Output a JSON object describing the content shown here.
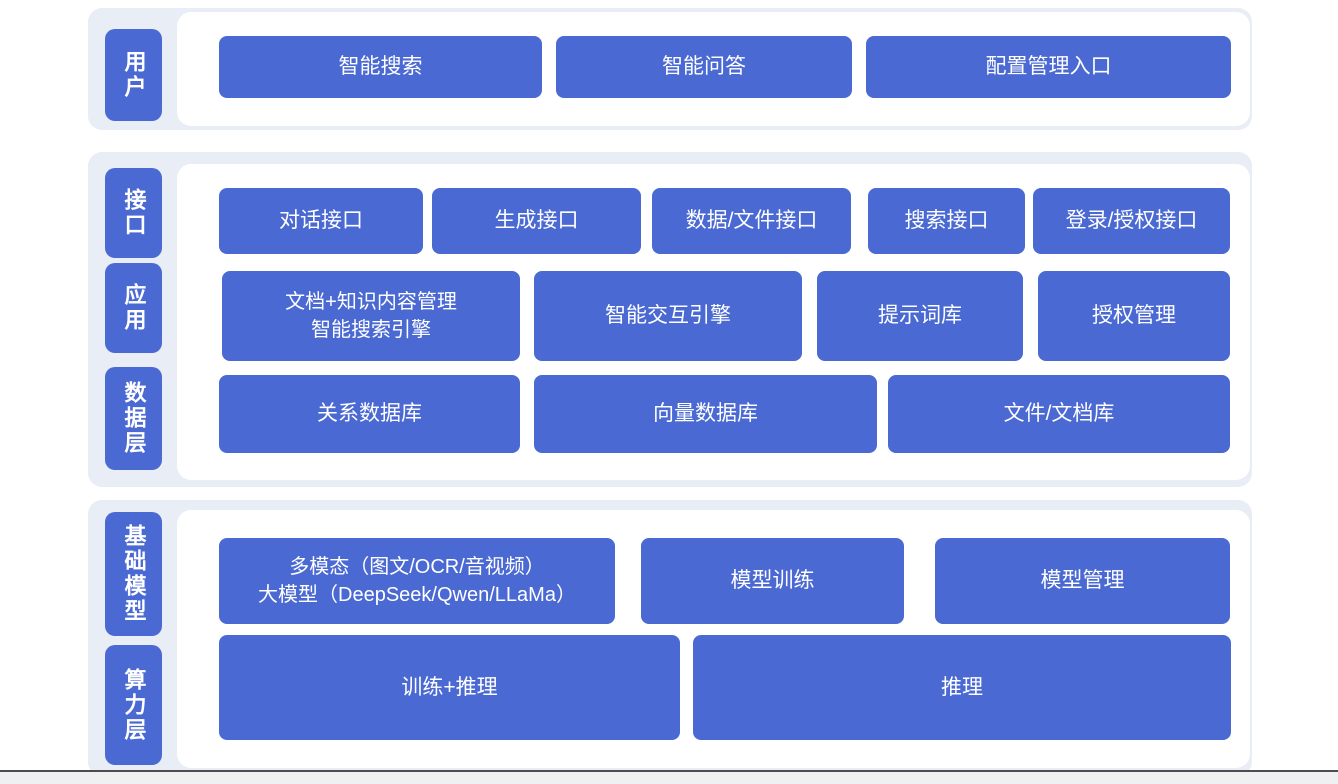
{
  "colors": {
    "accent_blue": "#4a69d3",
    "band_bg": "#e8edf6",
    "panel_bg": "#ffffff",
    "text_on_blue": "#ffffff",
    "footer_line": "#4d4d4d"
  },
  "layers": {
    "user": {
      "label": "用户",
      "boxes": {
        "smart_search": "智能搜索",
        "smart_qa": "智能问答",
        "config_entry": "配置管理入口"
      }
    },
    "middle": {
      "labels": {
        "api": "接口",
        "app": "应用",
        "data": "数据层"
      },
      "api_boxes": {
        "dialog": "对话接口",
        "generation": "生成接口",
        "data_file": "数据/文件接口",
        "search": "搜索接口",
        "login_auth": "登录/授权接口"
      },
      "app_boxes": {
        "doc_engine": "文档+知识内容管理\n智能搜索引擎",
        "interact_engine": "智能交互引擎",
        "prompt_lib": "提示词库",
        "auth_mgmt": "授权管理"
      },
      "data_boxes": {
        "relational_db": "关系数据库",
        "vector_db": "向量数据库",
        "file_doc_lib": "文件/文档库"
      }
    },
    "bottom": {
      "labels": {
        "foundation": "基础模型",
        "compute": "算力层"
      },
      "model_boxes": {
        "multimodal_llm": "多模态（图文/OCR/音视频）\n大模型（DeepSeek/Qwen/LLaMa）",
        "training": "模型训练",
        "management": "模型管理"
      },
      "compute_boxes": {
        "train_infer": "训练+推理",
        "infer": "推理"
      }
    }
  }
}
